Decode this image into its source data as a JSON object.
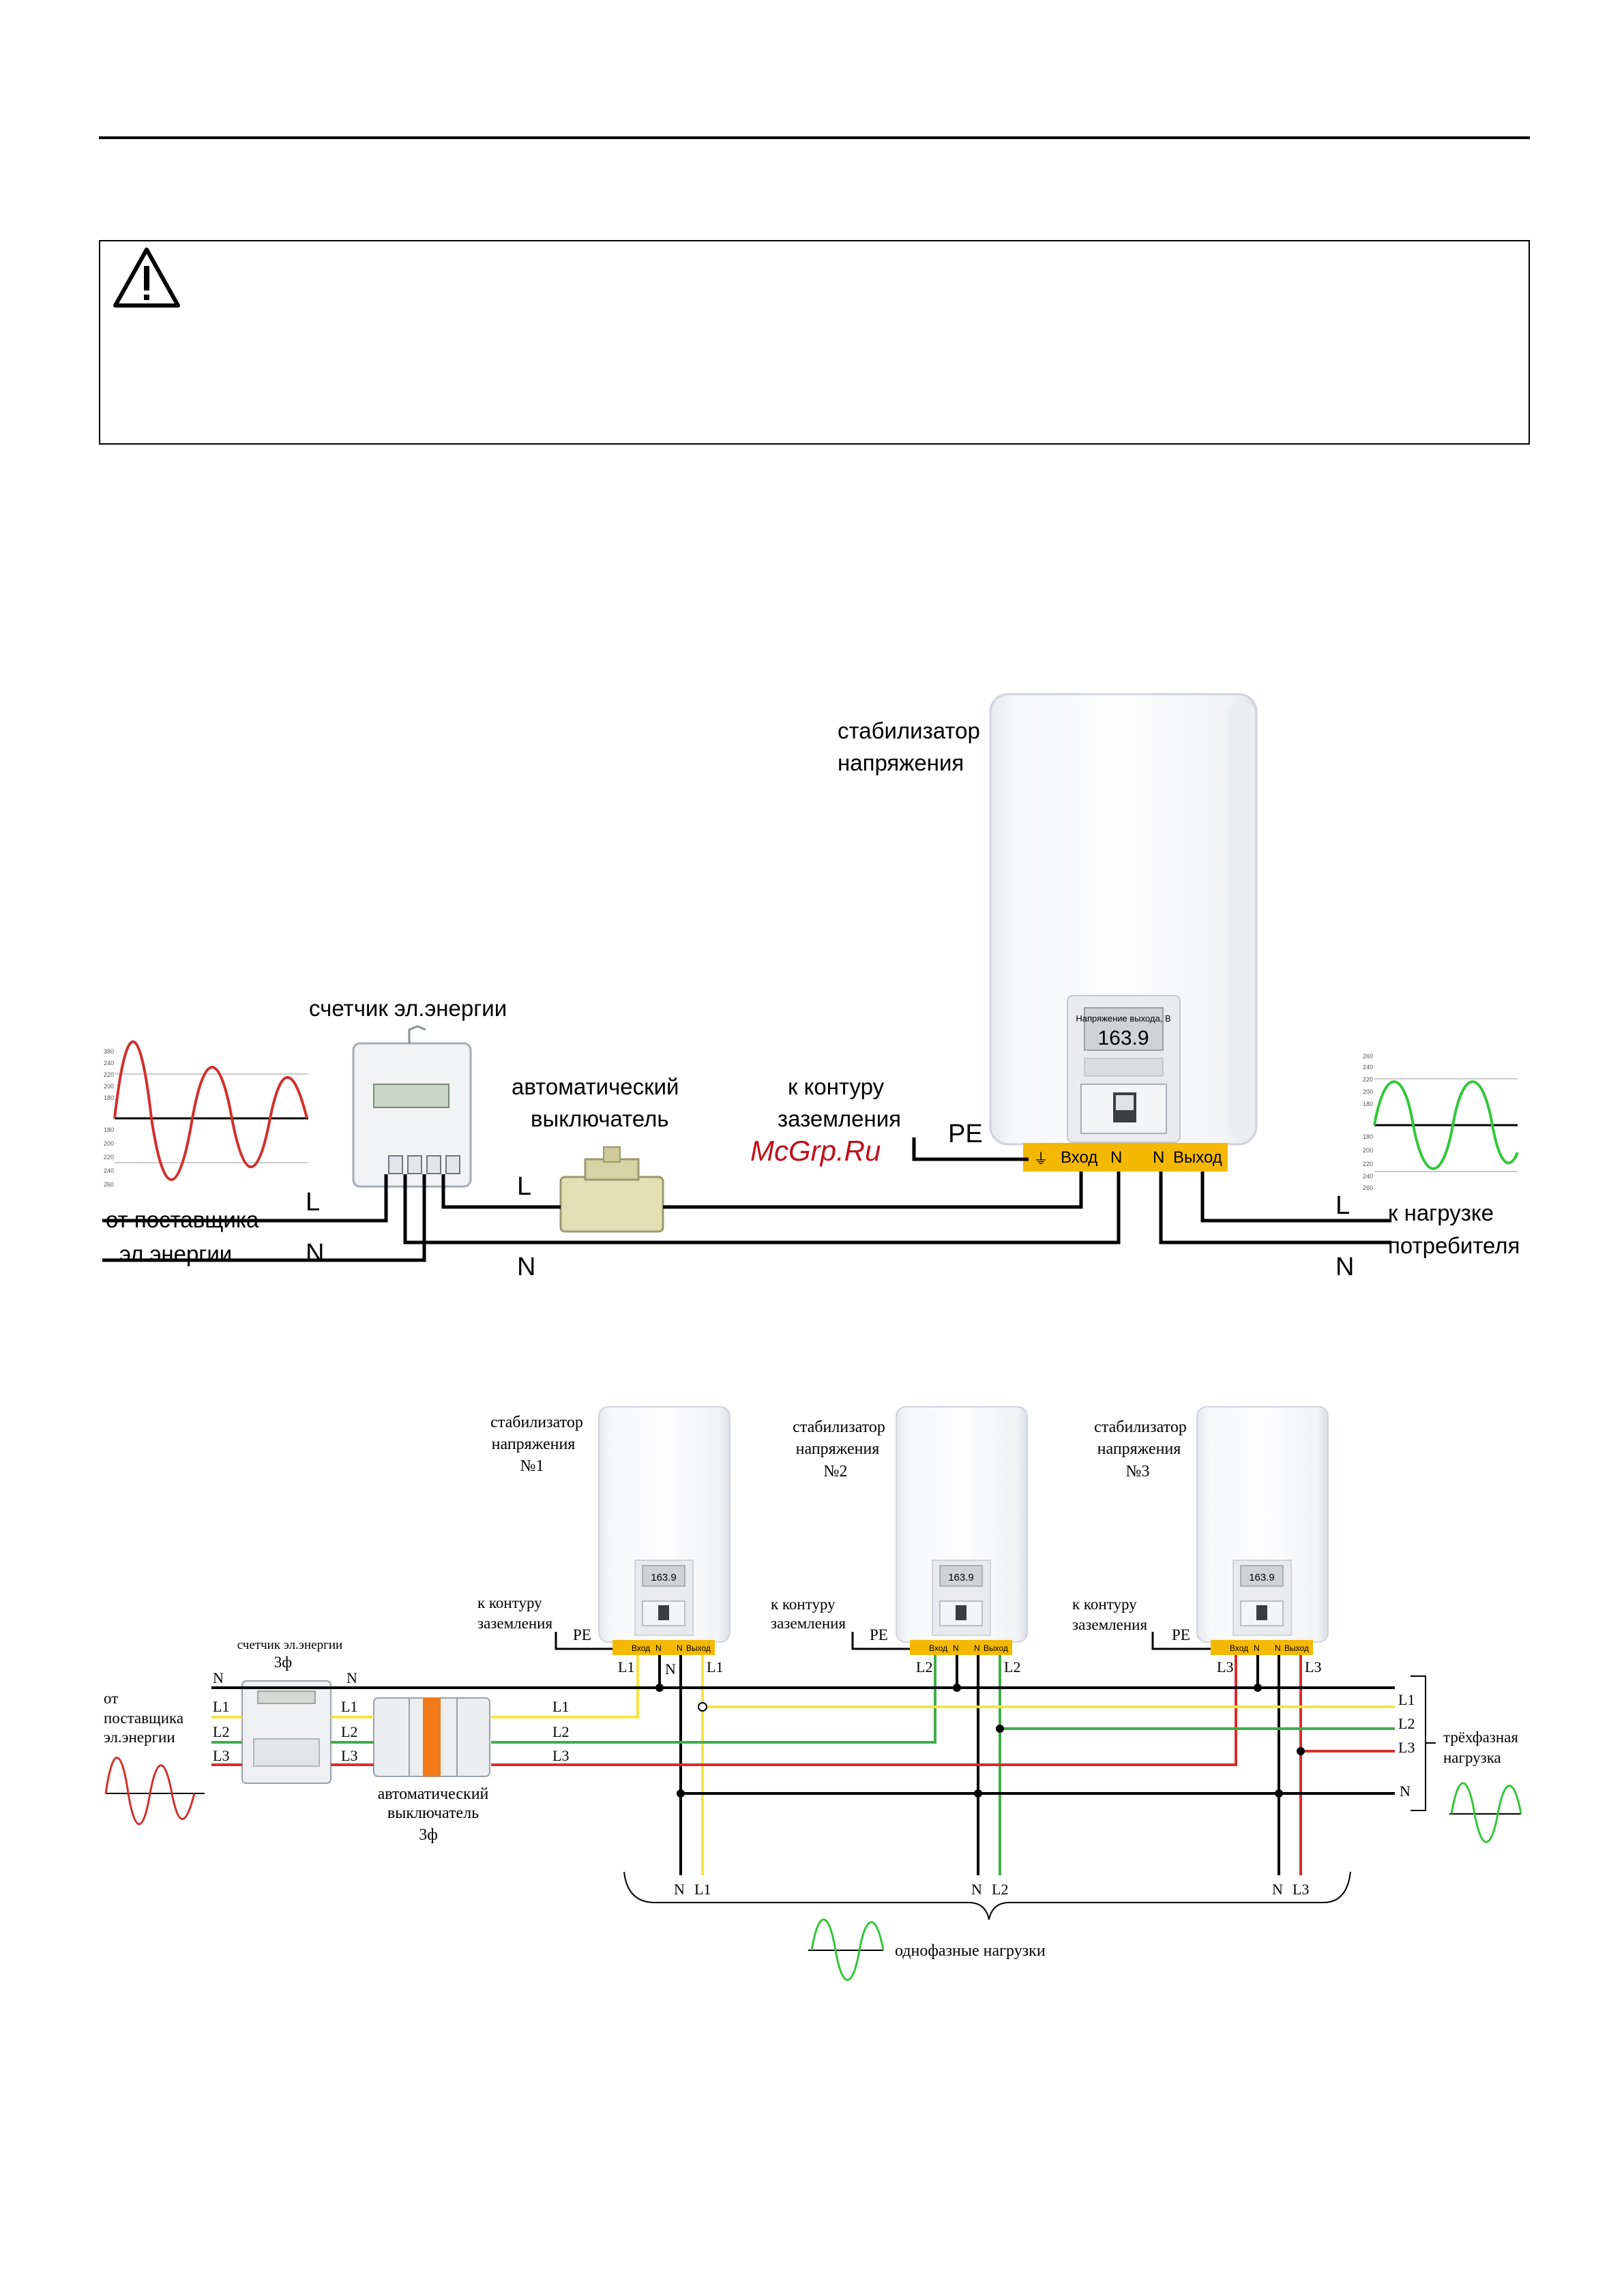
{
  "diagram1": {
    "stabilizer_label": [
      "стабилизатор",
      "напряжения"
    ],
    "meter_label": "счетчик эл.энергии",
    "breaker_label": [
      "автоматический",
      "выключатель"
    ],
    "ground_label": [
      "к контуру",
      "заземления"
    ],
    "pe": "PE",
    "terminals": {
      "ground": "⏚",
      "in": "Вход",
      "n1": "N",
      "n2": "N",
      "out": "Выход"
    },
    "display_value": "163.9",
    "display_caption": "Напряжение выхода, В",
    "watermark": "McGrp.Ru",
    "source_label": [
      "от поставщика",
      "эл.энергии"
    ],
    "load_label": [
      "к нагрузке",
      "потребителя"
    ],
    "wire_L": "L",
    "wire_N": "N"
  },
  "diagram2": {
    "stabilizers": [
      {
        "label": [
          "стабилизатор",
          "напряжения",
          "№1"
        ]
      },
      {
        "label": [
          "стабилизатор",
          "напряжения",
          "№2"
        ]
      },
      {
        "label": [
          "стабилизатор",
          "напряжения",
          "№3"
        ]
      }
    ],
    "ground_label": [
      "к контуру",
      "заземления"
    ],
    "pe": "PE",
    "terminals": {
      "in": "Вход",
      "n": "N",
      "out": "Выход"
    },
    "display_value": "163.9",
    "meter_label": [
      "счетчик эл.энергии",
      "3ф"
    ],
    "breaker_label": [
      "автоматический",
      "выключатель",
      "3ф"
    ],
    "source_label": [
      "от",
      "поставщика",
      "эл.энергии"
    ],
    "three_phase_label": [
      "трёхфазная",
      "нагрузка"
    ],
    "single_phase_label": "однофазные нагрузки",
    "phases": [
      "L1",
      "L2",
      "L3"
    ],
    "neutral": "N",
    "colors": {
      "L1": "#f4e542",
      "L2": "#3fae49",
      "L3": "#d62d2d",
      "N": "#000000",
      "terminal": "#f5b800"
    }
  }
}
